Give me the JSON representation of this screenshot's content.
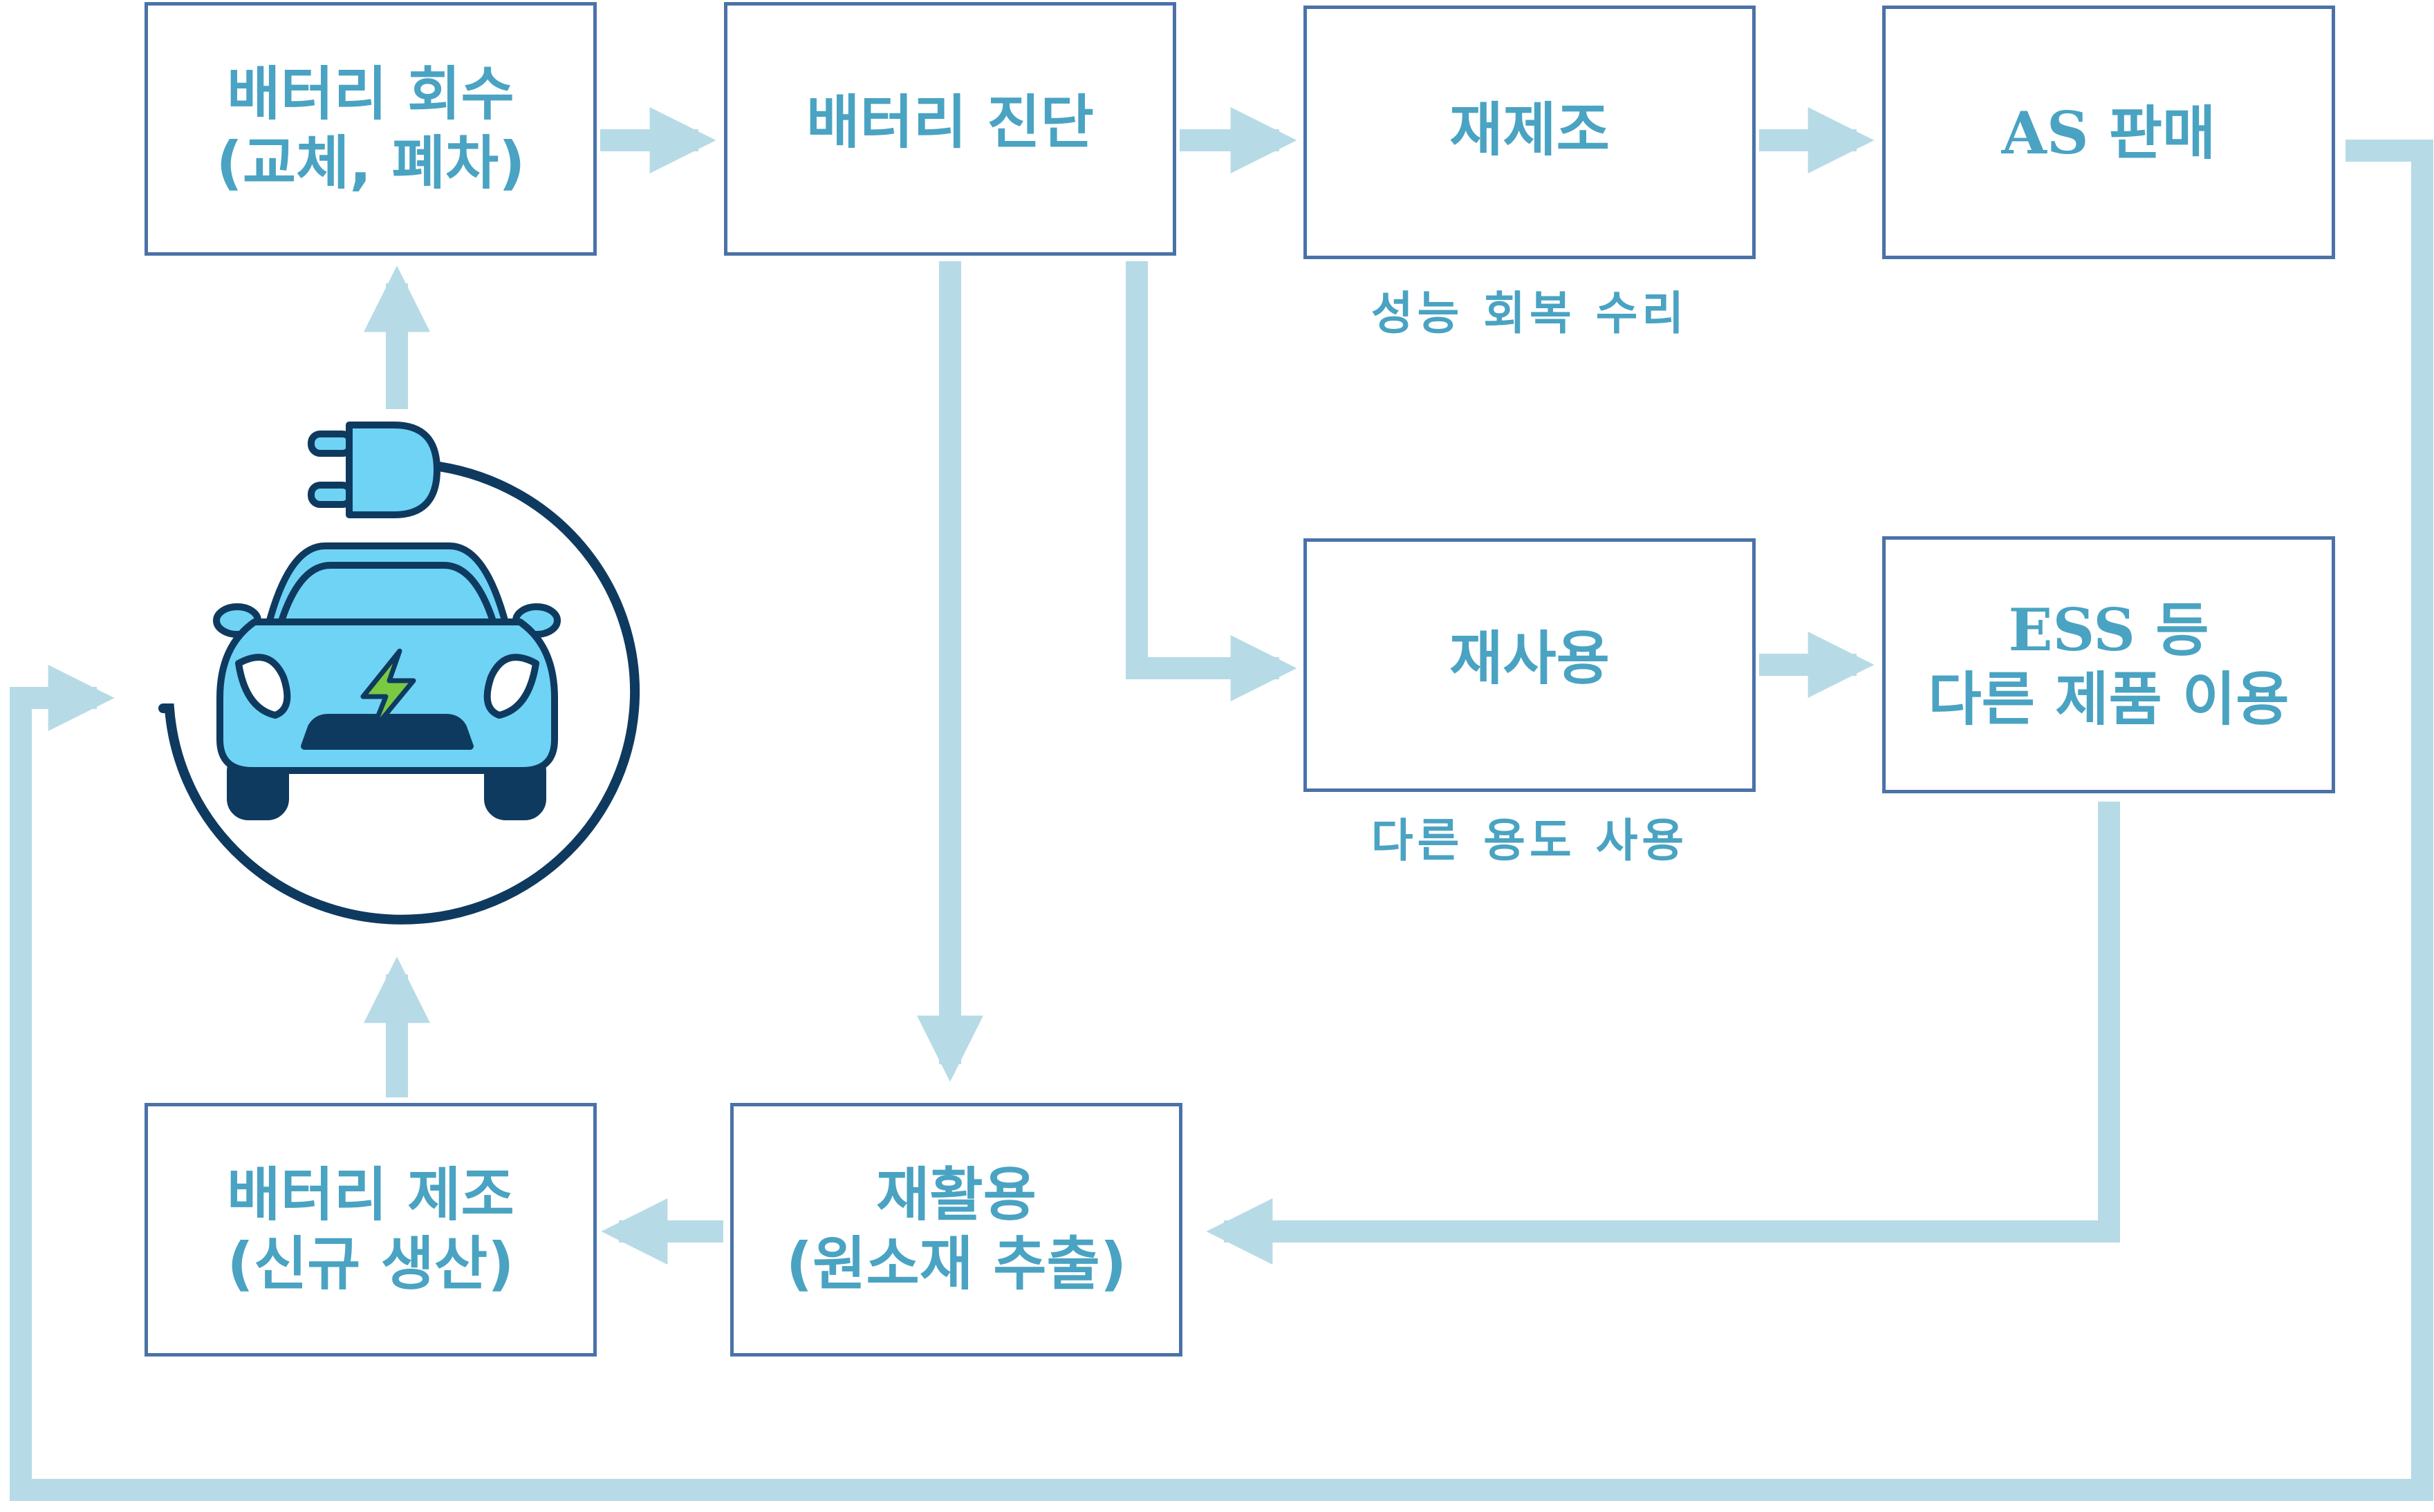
{
  "nodes": {
    "collect": {
      "line1": "배터리 회수",
      "line2": "(교체, 폐차)"
    },
    "diagnose": {
      "line1": "배터리 진단"
    },
    "remanufacture": {
      "line1": "재제조"
    },
    "as_sale": {
      "latin": "AS",
      "line1": "판매"
    },
    "reuse": {
      "line1": "재사용"
    },
    "ess": {
      "latin": "ESS",
      "line1": "등",
      "line2": "다른 제품 이용"
    },
    "recycle": {
      "line1": "재활용",
      "line2": "(원소재 추출)"
    },
    "manufacture": {
      "line1": "배터리 제조",
      "line2": "(신규 생산)"
    }
  },
  "captions": {
    "remanufacture": "성능 회복 수리",
    "reuse": "다른 용도 사용"
  },
  "colors": {
    "arrow": "#b7dbe6",
    "box_border": "#4a72a8",
    "text": "#4aa3c2",
    "car_body": "#6fd3f5",
    "car_outline": "#0f3a60",
    "bolt": "#7ac943"
  },
  "icons": {
    "center": "electric-car-charging-icon"
  }
}
